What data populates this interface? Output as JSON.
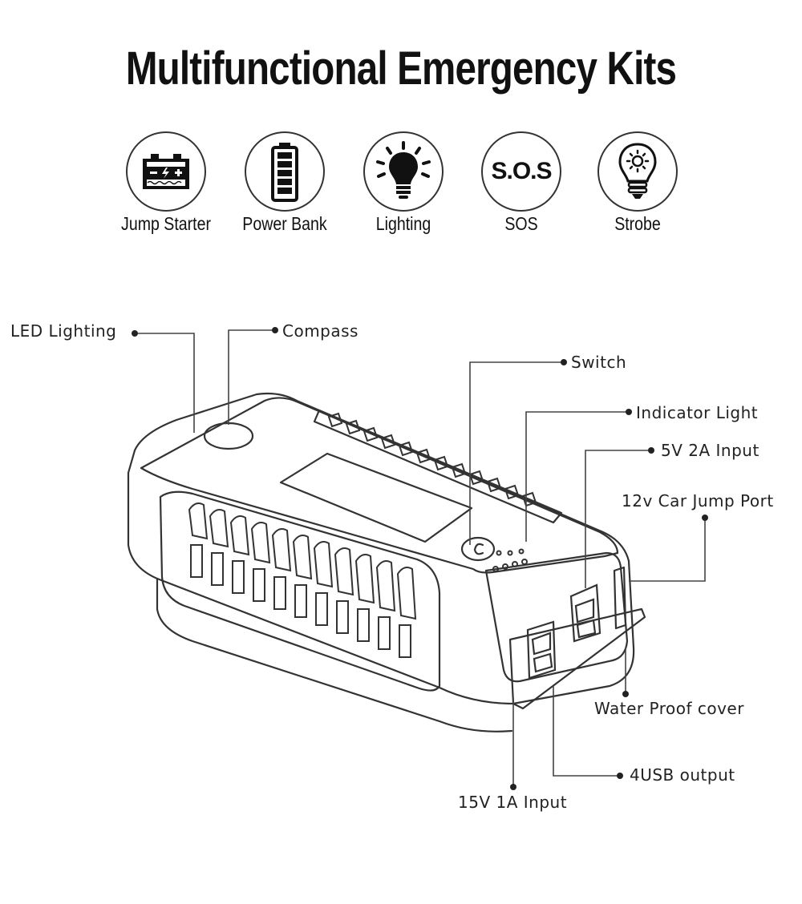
{
  "title": "Multifunctional Emergency Kits",
  "features": [
    {
      "label": "Jump Starter",
      "icon": "battery-icon"
    },
    {
      "label": "Power Bank",
      "icon": "power-bank-icon"
    },
    {
      "label": "Lighting",
      "icon": "light-bulb-icon"
    },
    {
      "label": "SOS",
      "icon": "sos-icon",
      "icon_text": "S.O.S"
    },
    {
      "label": "Strobe",
      "icon": "strobe-bulb-icon"
    }
  ],
  "callouts": {
    "led_lighting": "LED Lighting",
    "compass": "Compass",
    "switch": "Switch",
    "indicator_light": "Indicator Light",
    "input_5v": "5V 2A Input",
    "car_jump_port": "12v Car Jump Port",
    "water_proof_cover": "Water Proof cover",
    "usb_output": "4USB output",
    "input_15v": "15V 1A Input"
  }
}
